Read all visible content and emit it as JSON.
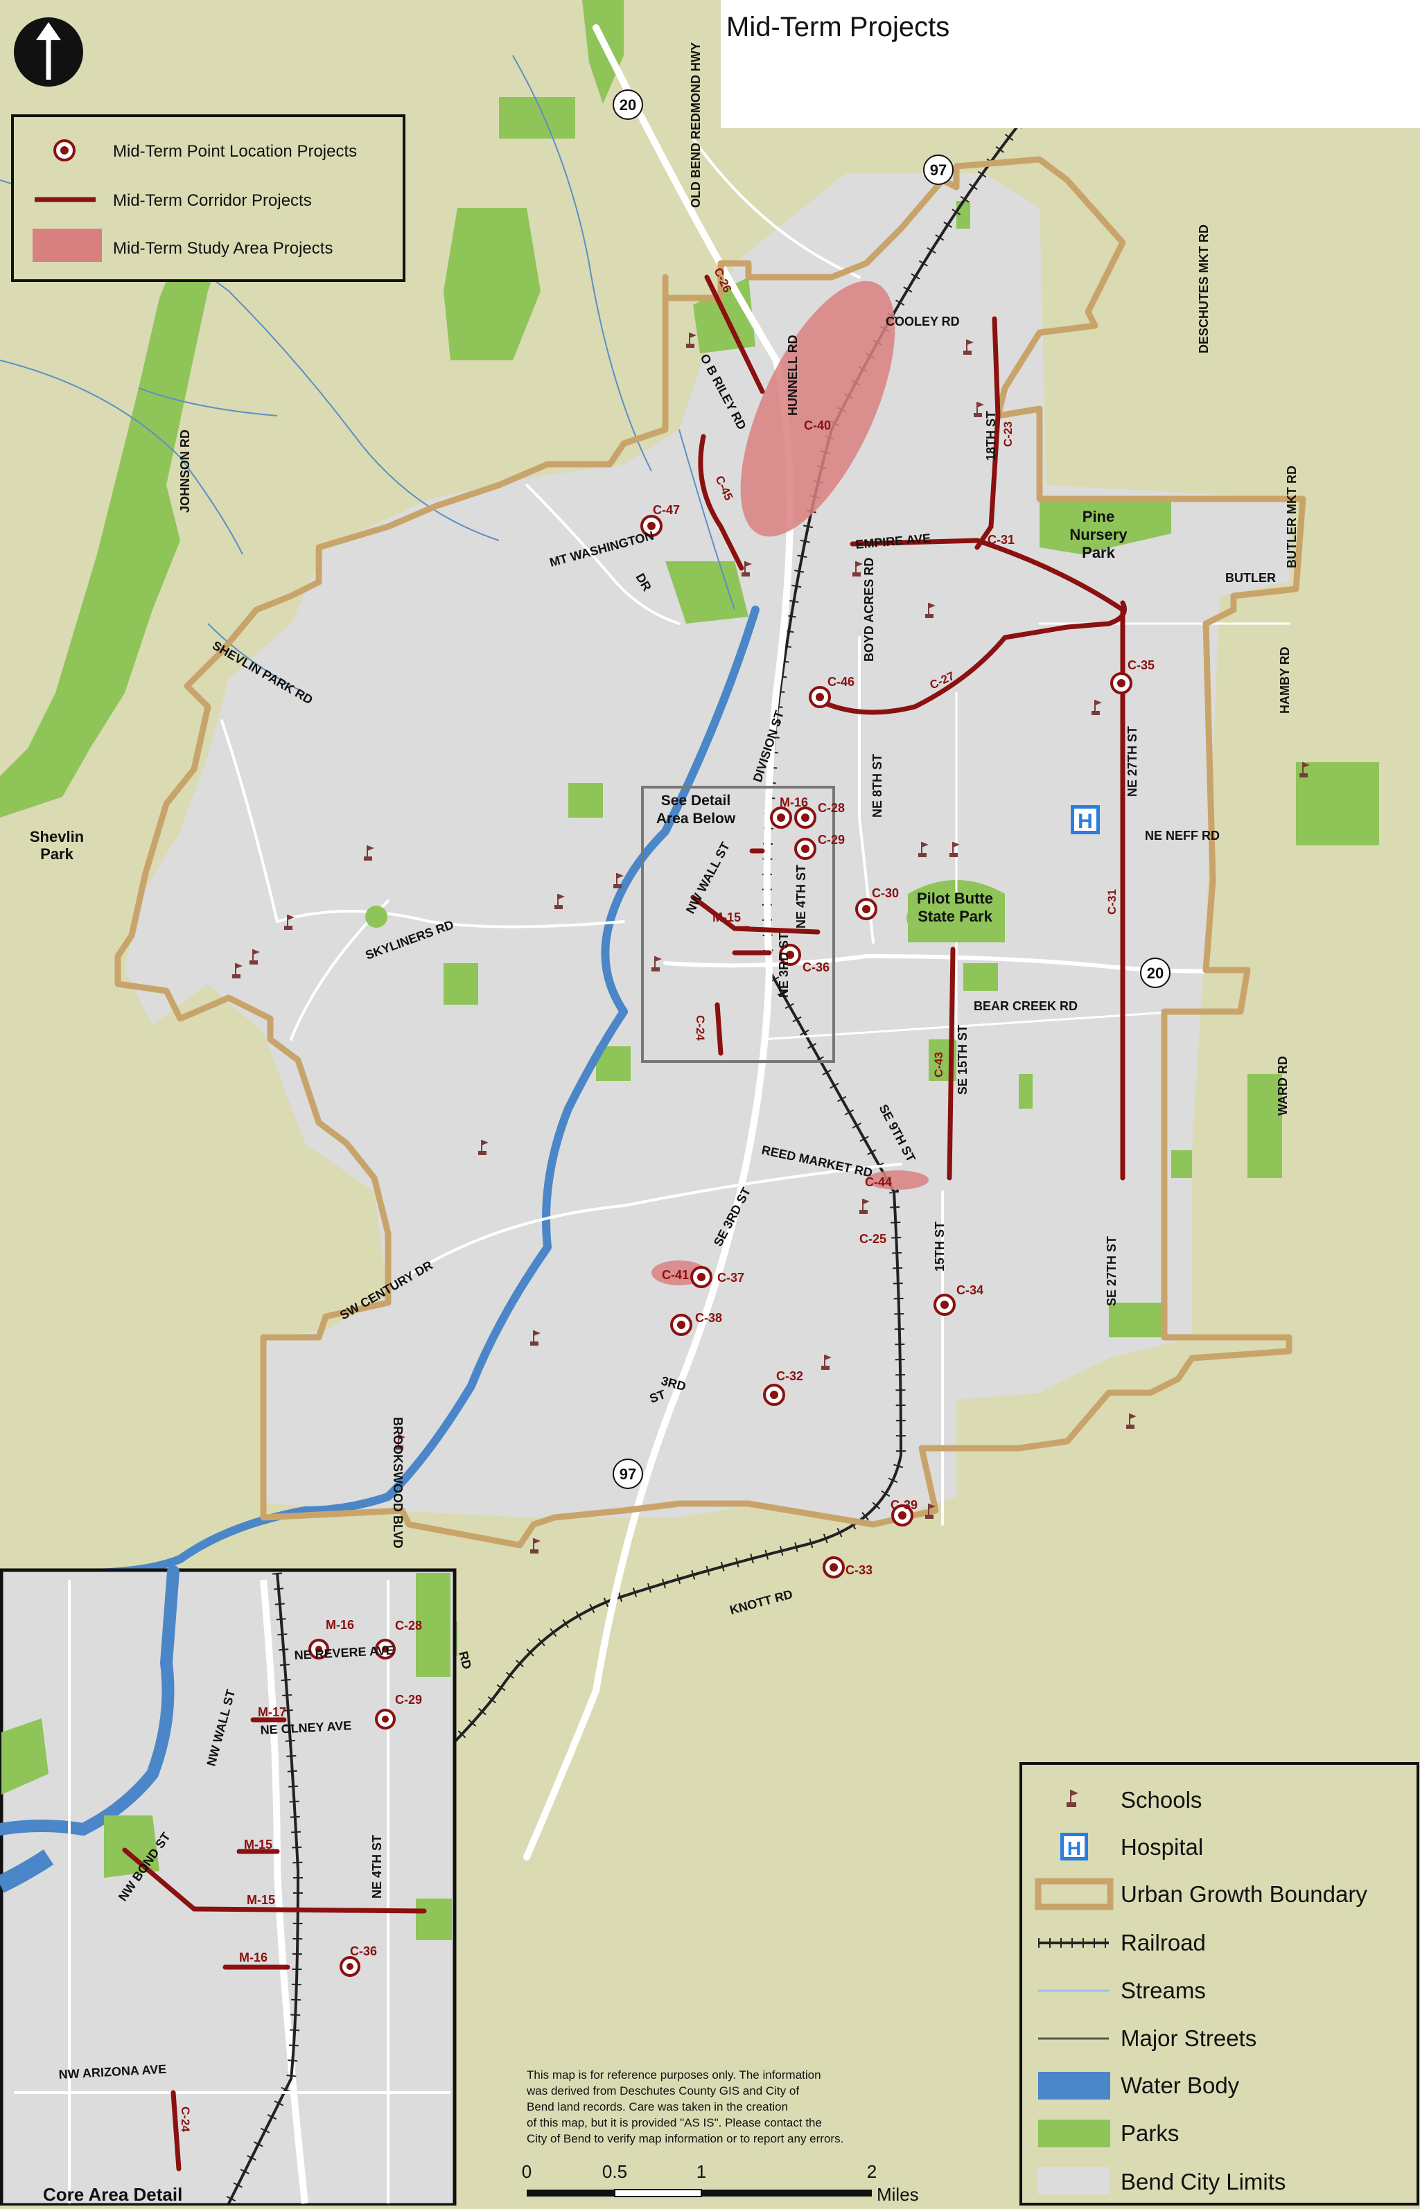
{
  "title": "Mid-Term Projects",
  "colors": {
    "background": "#dadbb3",
    "city_limits": "#dcdcdc",
    "parks": "#8fc459",
    "water": "#4a86c8",
    "corridor": "#8b1010",
    "study_area": "#d98080",
    "ugb": "#c9a46a"
  },
  "top_legend": {
    "points": "Mid-Term Point Location Projects",
    "corridors": "Mid-Term Corridor Projects",
    "study_areas": "Mid-Term Study Area Projects"
  },
  "right_legend": {
    "schools": "Schools",
    "hospital": "Hospital",
    "ugb": "Urban Growth Boundary",
    "railroad": "Railroad",
    "streams": "Streams",
    "major_streets": "Major Streets",
    "water_body": "Water Body",
    "parks": "Parks",
    "city_limits": "Bend City Limits"
  },
  "streets": {
    "old_bend_redmond": "OLD BEND REDMOND HWY",
    "johnson": "JOHNSON RD",
    "deschutes_mkt": "DESCHUTES MKT RD",
    "cooley": "COOLEY RD",
    "hunnell": "HUNNELL RD",
    "ob_riley": "O B RILEY RD",
    "eighteenth": "18TH ST",
    "empire": "EMPIRE AVE",
    "butler_mkt": "BUTLER MKT RD",
    "mt_washington": "MT WASHINGTON DR",
    "boyd_acres": "BOYD ACRES RD",
    "shevlin_park": "SHEVLIN PARK RD",
    "division": "DIVISION ST",
    "ne_8th": "NE 8TH ST",
    "ne_27th": "NE 27TH ST",
    "hamby": "HAMBY RD",
    "ne_neff": "NE NEFF RD",
    "nw_wall": "NW WALL ST",
    "ne_4th": "NE 4TH ST",
    "ne_3rd": "NE 3RD ST",
    "skyliners": "SKYLINERS RD",
    "bear_creek": "BEAR CREEK RD",
    "ward": "WARD RD",
    "se_15th": "SE 15TH ST",
    "se_9th": "SE 9TH ST",
    "reed_market": "REED MARKET RD",
    "se_3rd": "SE 3RD ST",
    "fifteenth": "15TH ST",
    "se_27th": "SE 27TH ST",
    "sw_century": "SW CENTURY DR",
    "third_rd": "3RD",
    "third_st": "ST",
    "brookswood": "BROOKSWOOD BLVD",
    "knott": "KNOTT RD",
    "rd": "RD"
  },
  "highways": {
    "h20_north": "20",
    "h97_north": "97",
    "h20_east": "20",
    "h97_south": "97"
  },
  "parks": {
    "pine_nursery_1": "Pine",
    "pine_nursery_2": "Nursery",
    "pine_nursery_3": "Park",
    "pilot_butte_1": "Pilot Butte",
    "pilot_butte_2": "State Park",
    "shevlin_1": "Shevlin",
    "shevlin_2": "Park"
  },
  "detail_callout": {
    "line1": "See Detail",
    "line2": "Area Below"
  },
  "projects": {
    "c26": "C-26",
    "c40": "C-40",
    "c45": "C-45",
    "c47": "C-47",
    "c23": "C-23",
    "c31": "C-31",
    "c31b": "C-31",
    "c46": "C-46",
    "c27": "C-27",
    "c35": "C-35",
    "m16": "M-16",
    "c28": "C-28",
    "c29": "C-29",
    "c30": "C-30",
    "m15": "M-15",
    "c36": "C-36",
    "c24": "C-24",
    "c43": "C-43",
    "c44": "C-44",
    "c25": "C-25",
    "c41": "C-41",
    "c37": "C-37",
    "c38": "C-38",
    "c34": "C-34",
    "c32": "C-32",
    "c39": "C-39",
    "c33": "C-33"
  },
  "inset": {
    "title": "Core Area Detail",
    "ne_revere": "NE REVERE AVE",
    "ne_olney": "NE OLNEY AVE",
    "nw_wall": "NW WALL ST",
    "ne_4th": "NE 4TH ST",
    "nw_bond": "NW BOND ST",
    "nw_arizona": "NW ARIZONA AVE",
    "m16": "M-16",
    "c28": "C-28",
    "m17": "M-17",
    "c29": "C-29",
    "m15a": "M-15",
    "m15b": "M-15",
    "m16b": "M-16",
    "c36": "C-36",
    "c24": "C-24"
  },
  "disclaimer": [
    "This map is for reference purposes only. The information",
    "was derived from Deschutes County GIS and City of",
    "Bend land records. Care was taken in the creation",
    "of this map, but it is provided \"AS IS\". Please contact the",
    "City of Bend to verify map information or to report any errors."
  ],
  "scale": {
    "t0": "0",
    "t1": "0.5",
    "t2": "1",
    "t3": "2",
    "unit": "Miles"
  }
}
